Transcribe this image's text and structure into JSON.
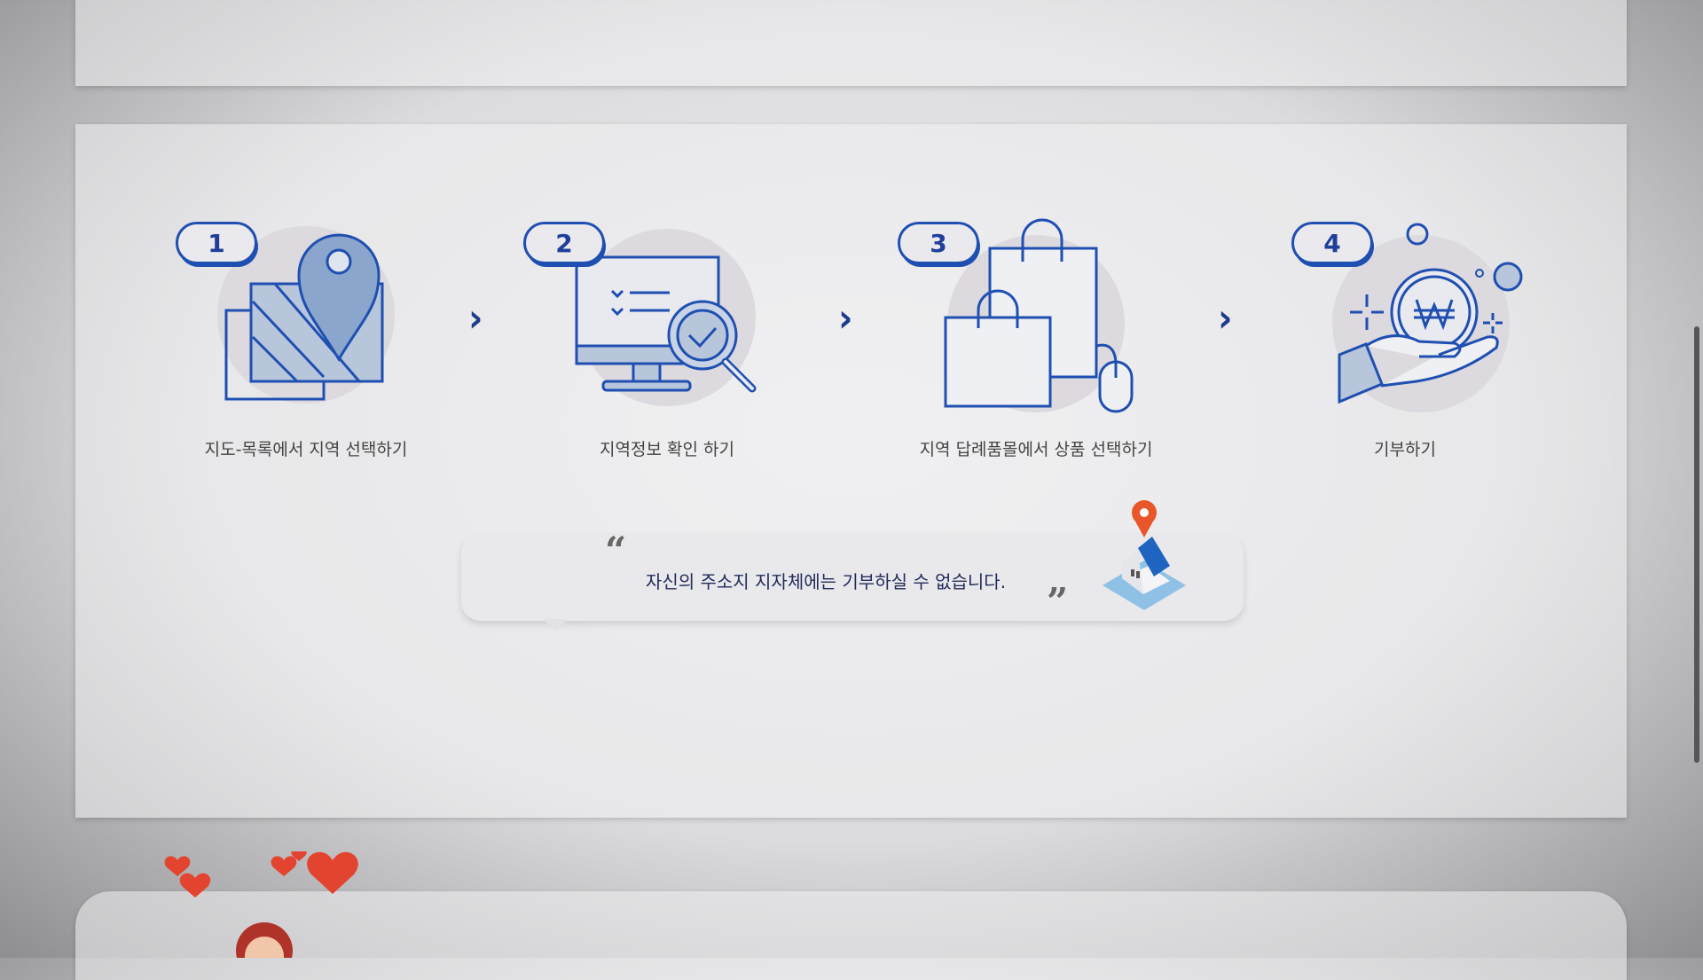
{
  "steps": [
    {
      "number": "1",
      "label": "지도-목록에서 지역 선택하기",
      "icon": "map-pin-icon"
    },
    {
      "number": "2",
      "label": "지역정보 확인 하기",
      "icon": "monitor-search-icon"
    },
    {
      "number": "3",
      "label": "지역 답례품몰에서 상품 선택하기",
      "icon": "shopping-bag-icon"
    },
    {
      "number": "4",
      "label": "기부하기",
      "icon": "hand-won-coin-icon"
    }
  ],
  "notice": {
    "open_quote": "“",
    "close_quote": "”",
    "text": "자신의 주소지 지자체에는 기부하실 수 없습니다."
  },
  "colors": {
    "accent": "#1f4fb0",
    "pin": "#e8562a",
    "arrow": "#1d3a8c"
  }
}
